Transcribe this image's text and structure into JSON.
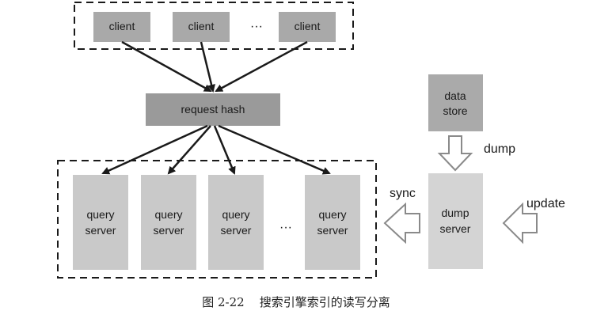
{
  "diagram": {
    "clients": [
      "client",
      "client",
      "client"
    ],
    "client_ellipsis": "···",
    "request_hash": "request hash",
    "query_servers": [
      {
        "line1": "query",
        "line2": "server"
      },
      {
        "line1": "query",
        "line2": "server"
      },
      {
        "line1": "query",
        "line2": "server"
      },
      {
        "line1": "query",
        "line2": "server"
      }
    ],
    "server_ellipsis": "···",
    "data_store": {
      "line1": "data",
      "line2": "store"
    },
    "dump_server": {
      "line1": "dump",
      "line2": "server"
    },
    "labels": {
      "dump": "dump",
      "sync": "sync",
      "update": "update"
    }
  },
  "caption": "图 2-22    搜索引擎索引的读写分离",
  "colors": {
    "client_box": "#a9a9a9",
    "hash_box": "#9a9a9a",
    "server_box": "#c9c9c9",
    "data_store_box": "#aaaaaa",
    "dump_box": "#d4d4d4",
    "line": "#1a1a1a"
  }
}
